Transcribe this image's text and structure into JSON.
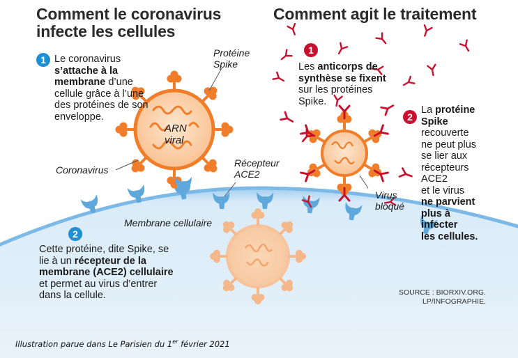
{
  "left_panel": {
    "title_line1": "Comment le coronavirus",
    "title_line2": "infecte les cellules",
    "step1": {
      "number": "1",
      "text_before": "Le coronavirus ",
      "bold": "s’attache à la membrane",
      "text_after": " d’une cellule grâce à l’une des protéines de son enveloppe."
    },
    "step2": {
      "number": "2",
      "text_before": "Cette protéine, dite Spike, se lie à un ",
      "bold1": "récepteur de la membrane (ACE2) cellulaire",
      "text_after": " et permet au virus d’entrer dans la cellule."
    },
    "labels": {
      "spike_line1": "Protéine",
      "spike_line2": "Spike",
      "rna_line1": "ARN",
      "rna_line2": "viral",
      "coronavirus": "Coronavirus",
      "receptor_line1": "Récepteur",
      "receptor_line2": "ACE2",
      "membrane": "Membrane cellulaire"
    }
  },
  "right_panel": {
    "title": "Comment agit le traitement",
    "step1": {
      "number": "1",
      "text_before": "Les ",
      "bold": "anticorps de synthèse se fixent",
      "text_after": " sur les protéines Spike."
    },
    "step2": {
      "number": "2",
      "l1_a": "La ",
      "l1_b": "protéine",
      "l2": "Spike",
      "l3": "recouverte",
      "l4": "ne peut plus",
      "l5": "se lier aux",
      "l6": "récepteurs",
      "l7": "ACE2",
      "l8": "et le virus",
      "l9": "ne parvient",
      "l10": "plus à",
      "l11": "infecter",
      "l12": "les cellules."
    },
    "labels": {
      "blocked_line1": "Virus",
      "blocked_line2": "bloqué"
    }
  },
  "source_line1": "SOURCE : BIORXIV.ORG.",
  "source_line2": "LP/INFOGRAPHIE.",
  "caption": {
    "text_before": "Illustration parue dans Le Parisien du 1",
    "superscript": "er",
    "text_after": " février 2021"
  },
  "colors": {
    "virus_orange": "#f07d2a",
    "virus_fill": "#fbd3ab",
    "antibody_red": "#c8102e",
    "membrane_blue": "#cfe4f4",
    "receptor_blue": "#5fa8dc",
    "badge_blue": "#1e8fd0"
  }
}
